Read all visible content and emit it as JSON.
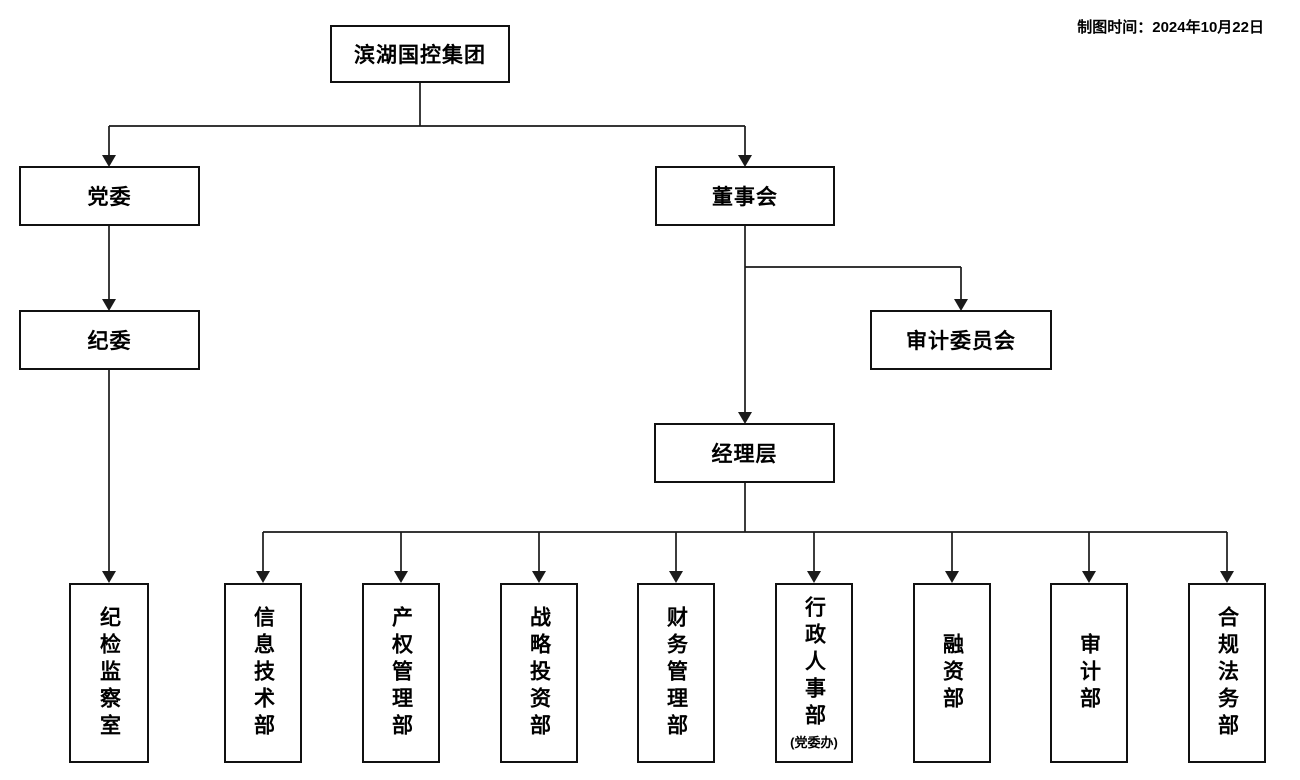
{
  "meta": {
    "timestamp": "制图时间：2024年10月22日"
  },
  "colors": {
    "background": "#ffffff",
    "box_fill": "#ffffff",
    "box_border": "#111111",
    "text": "#000000",
    "line": "#1a1a1a"
  },
  "nodes": {
    "root": {
      "label": "滨湖国控集团"
    },
    "party_committee": {
      "label": "党委"
    },
    "discipline_committee": {
      "label": "纪委"
    },
    "discipline_inspection_office": {
      "label": "纪检监察室"
    },
    "board_of_directors": {
      "label": "董事会"
    },
    "audit_committee": {
      "label": "审计委员会"
    },
    "management_layer": {
      "label": "经理层"
    },
    "departments": [
      {
        "label": "信息技术部"
      },
      {
        "label": "产权管理部"
      },
      {
        "label": "战略投资部"
      },
      {
        "label": "财务管理部"
      },
      {
        "label": "行政人事部",
        "sub": "(党委办)"
      },
      {
        "label": "融资部"
      },
      {
        "label": "审计部"
      },
      {
        "label": "合规法务部"
      }
    ]
  }
}
